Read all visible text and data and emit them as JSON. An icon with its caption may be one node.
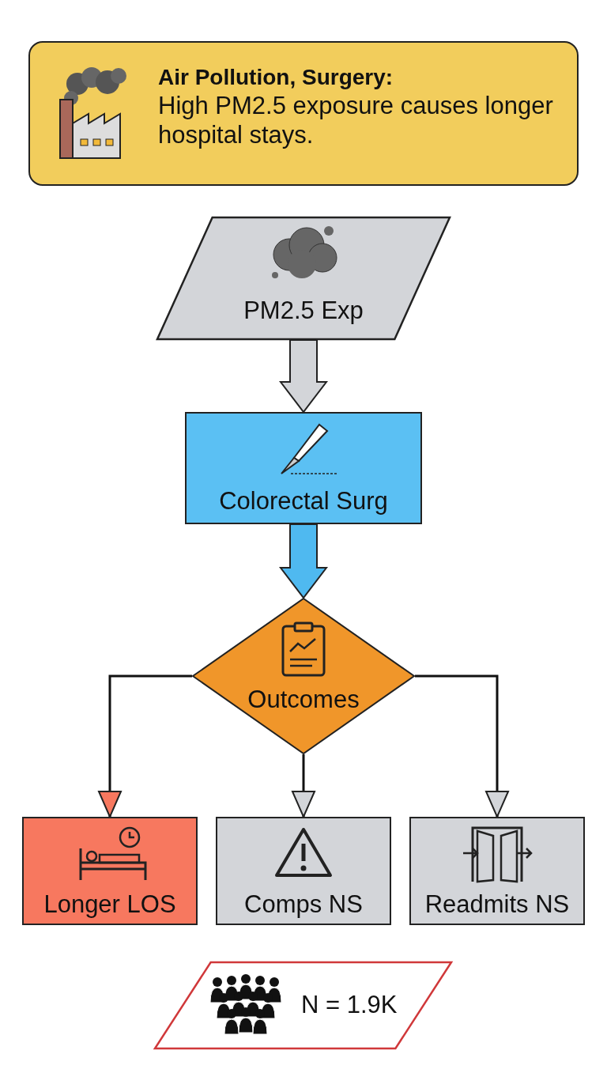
{
  "diagram": {
    "nodes": [
      {
        "text": [
          "Air Pollution, Surgery:",
          "High PM2.5 exposure causes longer hospital stays."
        ]
      },
      {
        "text": [
          "PM2.5 Exp"
        ]
      },
      {
        "text": [
          "Colorectal Surg"
        ]
      },
      {
        "text": [
          "Outcomes"
        ]
      },
      {
        "text": [
          "Longer LOS"
        ]
      },
      {
        "text": [
          "Comps NS"
        ]
      },
      {
        "text": [
          "Readmits NS"
        ]
      },
      {
        "text": [
          "N = 1.9K"
        ]
      }
    ],
    "edges": [
      {
        "from": 1,
        "to": 2,
        "arrow": "to",
        "style": "thick",
        "color": "#d3d5d9"
      },
      {
        "from": 2,
        "to": 3,
        "arrow": "to",
        "style": "thick",
        "color": "#4fb9f0"
      },
      {
        "from": 3,
        "to": 4,
        "arrow": "to"
      },
      {
        "from": 3,
        "to": 5,
        "arrow": "to"
      },
      {
        "from": 3,
        "to": 6,
        "arrow": "to"
      }
    ]
  }
}
